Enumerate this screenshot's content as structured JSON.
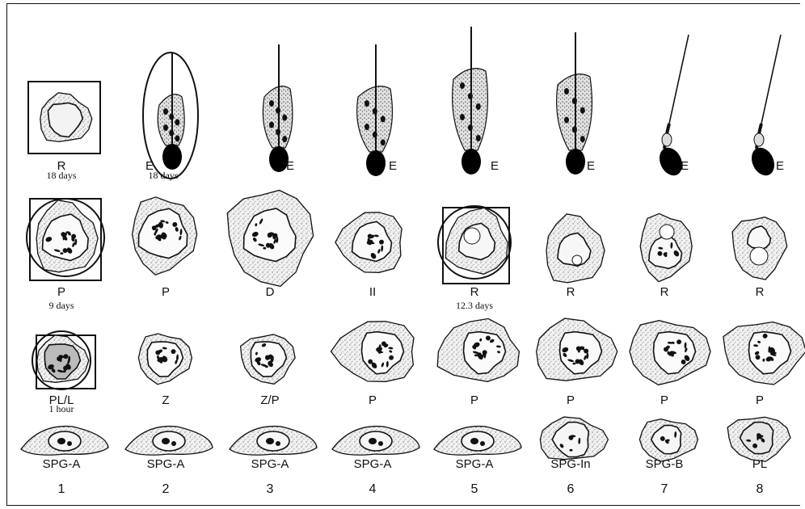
{
  "rows": [
    {
      "labels": [
        "R",
        "E",
        "E",
        "E",
        "E",
        "E",
        "E",
        "E"
      ],
      "times": [
        "18 days",
        "18 days",
        "",
        "",
        "",
        "",
        "",
        ""
      ]
    },
    {
      "labels": [
        "P",
        "P",
        "D",
        "II",
        "R",
        "R",
        "R",
        "R"
      ],
      "times": [
        "9 days",
        "",
        "",
        "",
        "12.3 days",
        "",
        "",
        ""
      ]
    },
    {
      "labels": [
        "PL/L",
        "Z",
        "Z/P",
        "P",
        "P",
        "P",
        "P",
        "P"
      ],
      "times": [
        "1 hour",
        "",
        "",
        "",
        "",
        "",
        "",
        ""
      ]
    },
    {
      "labels": [
        "SPG-A",
        "SPG-A",
        "SPG-A",
        "SPG-A",
        "SPG-A",
        "SPG-In",
        "SPG-B",
        "PL"
      ],
      "times": [
        "",
        "",
        "",
        "",
        "",
        "",
        "",
        ""
      ]
    }
  ],
  "column_numbers": [
    "1",
    "2",
    "3",
    "4",
    "5",
    "6",
    "7",
    "8"
  ]
}
